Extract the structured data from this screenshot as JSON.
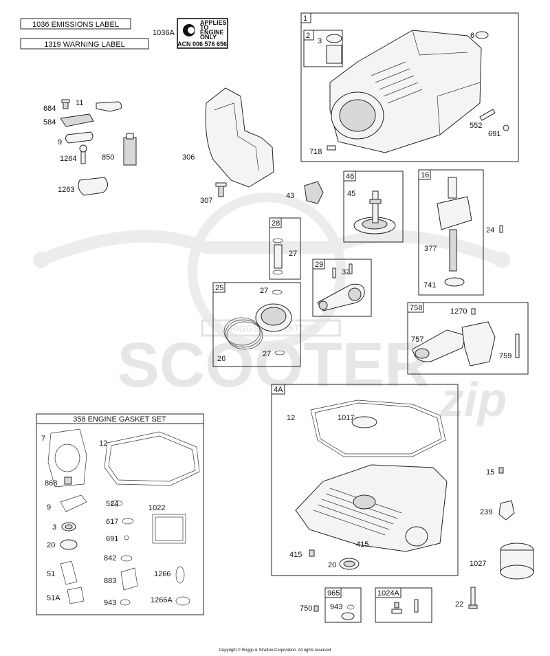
{
  "header_labels": {
    "emissions": "1036 EMISSIONS LABEL",
    "warning": "1319 WARNING LABEL",
    "ref": "1036A",
    "sticker": [
      "APPLIES",
      "TO",
      "ENGINE",
      "ONLY",
      "ACN 006 576 656"
    ]
  },
  "watermark": {
    "brand": "SCOOTER",
    "sub": "zip",
    "plate": "BRIGGS & STRATTON"
  },
  "groups": {
    "g1": "1",
    "g2": "2",
    "g46": "46",
    "g16": "16",
    "g28": "28",
    "g29": "29",
    "g25": "25",
    "g758": "758",
    "g4A": "4A",
    "g965": "965",
    "g1024A": "1024A"
  },
  "gasket_set": {
    "title": "358 ENGINE GASKET SET"
  },
  "callouts": {
    "c684": "684",
    "c11": "11",
    "c584": "584",
    "c9": "9",
    "c1264": "1264",
    "c850": "850",
    "c1263": "1263",
    "c306": "306",
    "c307": "307",
    "c43": "43",
    "c3": "3",
    "c6": "6",
    "c552": "552",
    "c691": "691",
    "c718": "718",
    "c45": "45",
    "c24": "24",
    "c377": "377",
    "c741": "741",
    "c27a": "27",
    "c32": "32",
    "c27b": "27",
    "c26": "26",
    "c27c": "27",
    "c1270": "1270",
    "c757": "757",
    "c759": "759",
    "c12": "12",
    "c1017": "1017",
    "c15": "15",
    "c239": "239",
    "c415a": "415",
    "c415b": "415",
    "c20b": "20",
    "c1027": "1027",
    "c22": "22",
    "c750": "750",
    "c943b": "943",
    "gs7": "7",
    "gs12": "12",
    "gs868": "868",
    "gs9": "9",
    "gs524": "524",
    "gs1022": "1022",
    "gs617": "617",
    "gs3": "3",
    "gs691": "691",
    "gs20": "20",
    "gs842": "842",
    "gs51": "51",
    "gs883": "883",
    "gs1266": "1266",
    "gs51A": "51A",
    "gs943": "943",
    "gs1266A": "1266A"
  },
  "copyright": "Copyright © Briggs & Stratton Corporation. All rights reserved"
}
